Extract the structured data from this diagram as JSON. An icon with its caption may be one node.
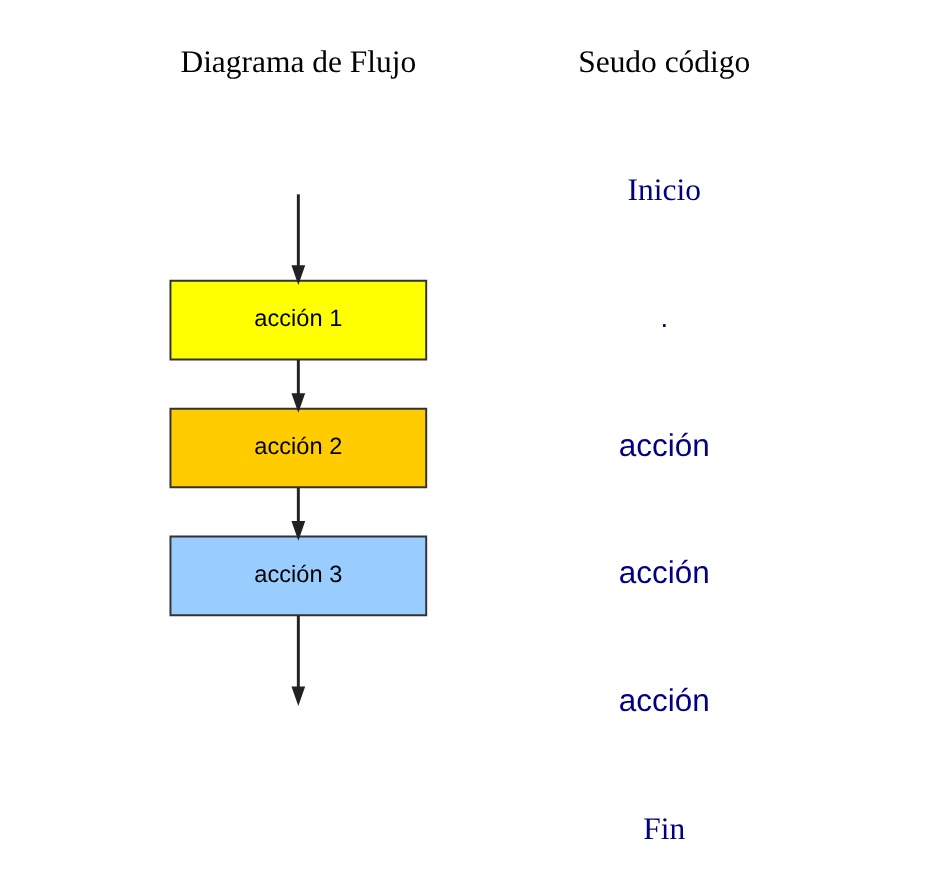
{
  "diagram": {
    "nodes": [
      {
        "text": [
          "acción 1"
        ]
      },
      {
        "text": [
          "acción 2"
        ]
      },
      {
        "text": [
          "acción 3"
        ]
      }
    ],
    "edges": [
      {
        "from": null,
        "to": 0,
        "arrow": "to"
      },
      {
        "from": 0,
        "to": 1,
        "arrow": "to"
      },
      {
        "from": 1,
        "to": 2,
        "arrow": "to"
      },
      {
        "from": 2,
        "to": null,
        "arrow": "to"
      }
    ],
    "labels": [
      "Diagrama de Flujo",
      "Seudo código",
      "Inicio",
      ".",
      "acción",
      "acción",
      "acción",
      "Fin"
    ]
  }
}
